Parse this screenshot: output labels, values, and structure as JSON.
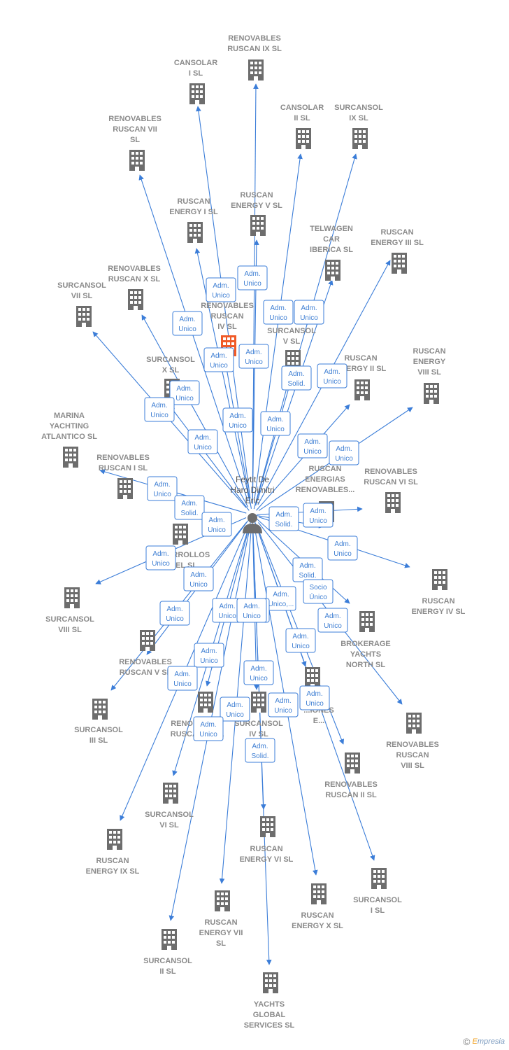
{
  "diagram": {
    "center": {
      "label": [
        "Feytit De",
        "Haro Dimitri",
        "Eric"
      ],
      "icon": "person-icon"
    },
    "colors": {
      "edge": "#3b7dd8",
      "node": "#6d6d6d",
      "highlight": "#f05a28",
      "badge_border": "#3b7dd8"
    },
    "nodes": [
      {
        "id": "n1",
        "label": [
          "RENOVABLES",
          "RUSCAN IX  SL"
        ]
      },
      {
        "id": "n2",
        "label": [
          "CANSOLAR",
          "I  SL"
        ]
      },
      {
        "id": "n3",
        "label": [
          "CANSOLAR",
          "II  SL"
        ]
      },
      {
        "id": "n4",
        "label": [
          "SURCANSOL",
          "IX  SL"
        ]
      },
      {
        "id": "n5",
        "label": [
          "RENOVABLES",
          "RUSCAN VII",
          "SL"
        ]
      },
      {
        "id": "n6",
        "label": [
          "RUSCAN",
          "ENERGY I  SL"
        ]
      },
      {
        "id": "n7",
        "label": [
          "RUSCAN",
          "ENERGY V  SL"
        ]
      },
      {
        "id": "n8",
        "label": [
          "TELWAGEN",
          "CAR",
          "IBERICA  SL"
        ]
      },
      {
        "id": "n9",
        "label": [
          "RUSCAN",
          "ENERGY III  SL"
        ]
      },
      {
        "id": "n10",
        "label": [
          "RENOVABLES",
          "RUSCAN X  SL"
        ]
      },
      {
        "id": "n11",
        "label": [
          "SURCANSOL",
          "VII  SL"
        ]
      },
      {
        "id": "n12",
        "label": [
          "RENOVABLES",
          "RUSCAN",
          "IV  SL"
        ],
        "highlight": true
      },
      {
        "id": "n13",
        "label": [
          "SURCANSOL",
          "V  SL"
        ]
      },
      {
        "id": "n14",
        "label": [
          "RUSCAN",
          "ENERGY II  SL"
        ]
      },
      {
        "id": "n15",
        "label": [
          "RUSCAN",
          "ENERGY",
          "VIII  SL"
        ]
      },
      {
        "id": "n16",
        "label": [
          "SURCANSOL",
          "X  SL"
        ]
      },
      {
        "id": "n17",
        "label": [
          "MARINA",
          "YACHTING",
          "ATLANTICO  SL"
        ]
      },
      {
        "id": "n18",
        "label": [
          "RENOVABLES",
          "RUSCAN I  SL"
        ]
      },
      {
        "id": "n19",
        "label": [
          "RUSCAN",
          "ENERGIAS",
          "RENOVABLES..."
        ]
      },
      {
        "id": "n20",
        "label": [
          "RENOVABLES",
          "RUSCAN VI  SL"
        ]
      },
      {
        "id": "n21",
        "label": [
          "DESARROLLOS",
          "...CEL  SL"
        ]
      },
      {
        "id": "n22",
        "label": [
          "RUSCAN",
          "ENERGY IV  SL"
        ]
      },
      {
        "id": "n23",
        "label": [
          "SURCANSOL",
          "VIII  SL"
        ]
      },
      {
        "id": "n24",
        "label": [
          "BROKERAGE",
          "YACHTS",
          "NORTH  SL"
        ]
      },
      {
        "id": "n25",
        "label": [
          "RENOVABLES",
          "RUSCAN V  SL"
        ]
      },
      {
        "id": "n26",
        "label": [
          "...IONES",
          "E..."
        ]
      },
      {
        "id": "n27",
        "label": [
          "SURCANSOL",
          "III  SL"
        ]
      },
      {
        "id": "n28",
        "label": [
          "RENOVABLES",
          "RUSCAN III  SL"
        ]
      },
      {
        "id": "n29",
        "label": [
          "SURCANSOL",
          "IV  SL"
        ]
      },
      {
        "id": "n30",
        "label": [
          "RENOVABLES",
          "RUSCAN",
          "VIII  SL"
        ]
      },
      {
        "id": "n31",
        "label": [
          "RENOVABLES",
          "RUSCAN II  SL"
        ]
      },
      {
        "id": "n32",
        "label": [
          "SURCANSOL",
          "VI  SL"
        ]
      },
      {
        "id": "n33",
        "label": [
          "RUSCAN",
          "ENERGY IX  SL"
        ]
      },
      {
        "id": "n34",
        "label": [
          "RUSCAN",
          "ENERGY VI  SL"
        ]
      },
      {
        "id": "n35",
        "label": [
          "SURCANSOL",
          "I  SL"
        ]
      },
      {
        "id": "n36",
        "label": [
          "RUSCAN",
          "ENERGY X  SL"
        ]
      },
      {
        "id": "n37",
        "label": [
          "RUSCAN",
          "ENERGY VII",
          "SL"
        ]
      },
      {
        "id": "n38",
        "label": [
          "SURCANSOL",
          "II  SL"
        ]
      },
      {
        "id": "n39",
        "label": [
          "YACHTS",
          "GLOBAL",
          "SERVICES  SL"
        ]
      }
    ],
    "badges": [
      [
        "Adm.",
        "Unico"
      ],
      [
        "Adm.",
        "Unico"
      ],
      [
        "Adm.",
        "Unico"
      ],
      [
        "Adm.",
        "Unico"
      ],
      [
        "Adm.",
        "Unico"
      ],
      [
        "Adm.",
        "Unico"
      ],
      [
        "Adm.",
        "Unico"
      ],
      [
        "Adm.",
        "Solid."
      ],
      [
        "Adm.",
        "Unico"
      ],
      [
        "Adm.",
        "Unico"
      ],
      [
        "Adm.",
        "Unico"
      ],
      [
        "Adm.",
        "Unico"
      ],
      [
        "Adm.",
        "Unico"
      ],
      [
        "Adm.",
        "Unico"
      ],
      [
        "Adm.",
        "Unico"
      ],
      [
        "Adm.",
        "Unico"
      ],
      [
        "Adm.",
        "Unico"
      ],
      [
        "Adm.",
        "Solid."
      ],
      [
        "Adm.",
        "Unico"
      ],
      [
        "Adm.",
        "Solid."
      ],
      [
        "Adm.",
        "Unico"
      ],
      [
        "Adm.",
        "Unico"
      ],
      [
        "Adm.",
        "Unico"
      ],
      [
        "Adm.",
        "Unico"
      ],
      [
        "Adm.",
        "Solid."
      ],
      [
        "Socio",
        "Único"
      ],
      [
        "Adm.",
        "Unico,..."
      ],
      [
        "Adm.",
        "Unico"
      ],
      [
        "Adm.",
        "Unico"
      ],
      [
        "Adm.",
        "Unico"
      ],
      [
        "Adm.",
        "Unico"
      ],
      [
        "Adm.",
        "Unico"
      ],
      [
        "Adm.",
        "Unico"
      ],
      [
        "Adm.",
        "Unico"
      ],
      [
        "Adm.",
        "Unico"
      ],
      [
        "Adm.",
        "Unico"
      ],
      [
        "Adm.",
        "Unico"
      ],
      [
        "Adm.",
        "Unico"
      ],
      [
        "Adm.",
        "Unico"
      ],
      [
        "Adm.",
        "Solid."
      ],
      [
        "Adm.",
        "Unico"
      ]
    ]
  },
  "footer": {
    "copyright": "©",
    "brand_first": "E",
    "brand_rest": "mpresia"
  }
}
